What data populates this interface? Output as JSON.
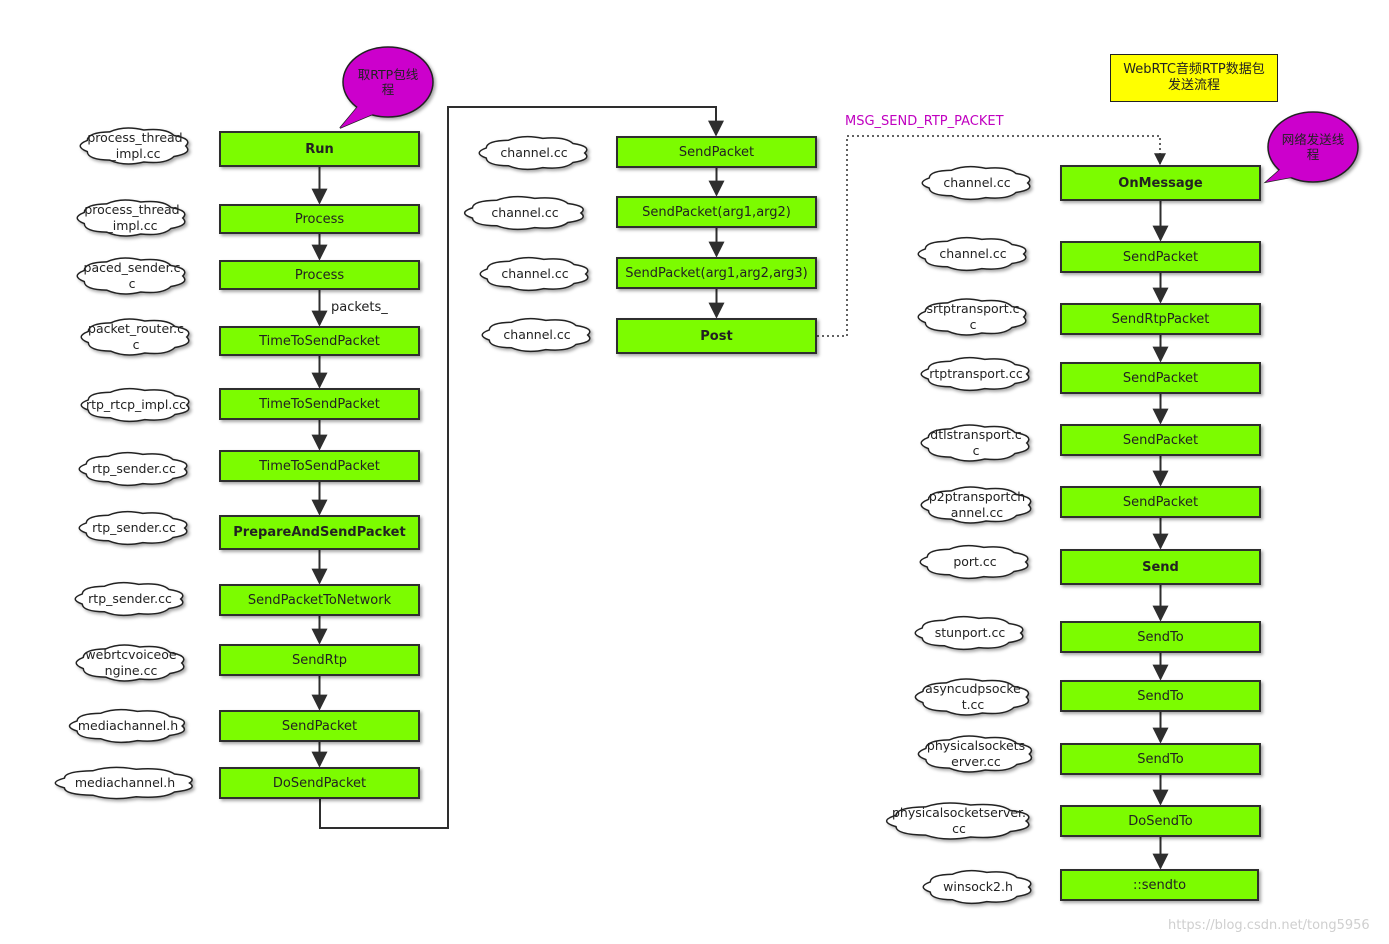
{
  "colors": {
    "box_fill": "#7cfc00",
    "bubble_fill": "#cc00cc",
    "note_fill": "#ffff00",
    "message_text": "#c000c0"
  },
  "note": {
    "text": "WebRTC音频RTP数据包\n发送流程"
  },
  "bubbles": {
    "fetch_thread": "取RTP包线\n程",
    "network_thread": "网络发送线\n程"
  },
  "edge_labels": {
    "packets": "packets_",
    "message": "MSG_SEND_RTP_PACKET"
  },
  "watermark": "https://blog.csdn.net/tong5956",
  "column1": {
    "boxes": [
      "Run",
      "Process",
      "Process",
      "TimeToSendPacket",
      "TimeToSendPacket",
      "TimeToSendPacket",
      "PrepareAndSendPacket",
      "SendPacketToNetwork",
      "SendRtp",
      "SendPacket",
      "DoSendPacket"
    ],
    "clouds": [
      "process_thread\n_impl.cc",
      "process_thread\n_impl.cc",
      "paced_sender.c\nc",
      "packet_router.c\nc",
      "rtp_rtcp_impl.cc",
      "rtp_sender.cc",
      "rtp_sender.cc",
      "rtp_sender.cc",
      "webrtcvoiceoe\nngine.cc",
      "mediachannel.h",
      "mediachannel.h"
    ]
  },
  "column2": {
    "boxes": [
      "SendPacket",
      "SendPacket(arg1,arg2)",
      "SendPacket(arg1,arg2,arg3)",
      "Post"
    ],
    "clouds": [
      "channel.cc",
      "channel.cc",
      "channel.cc",
      "channel.cc"
    ]
  },
  "column3": {
    "boxes": [
      "OnMessage",
      "SendPacket",
      "SendRtpPacket",
      "SendPacket",
      "SendPacket",
      "SendPacket",
      "Send",
      "SendTo",
      "SendTo",
      "SendTo",
      "DoSendTo",
      "::sendto"
    ],
    "clouds": [
      "channel.cc",
      "channel.cc",
      "srtptransport.c\nc",
      "rtptransport.cc",
      "dtlstransport.c\nc",
      "p2ptransportch\nannel.cc",
      "port.cc",
      "stunport.cc",
      "asyncudpsocke\nt.cc",
      "physicalsockets\nerver.cc",
      "physicalsocketserver.\ncc",
      "winsock2.h"
    ]
  }
}
